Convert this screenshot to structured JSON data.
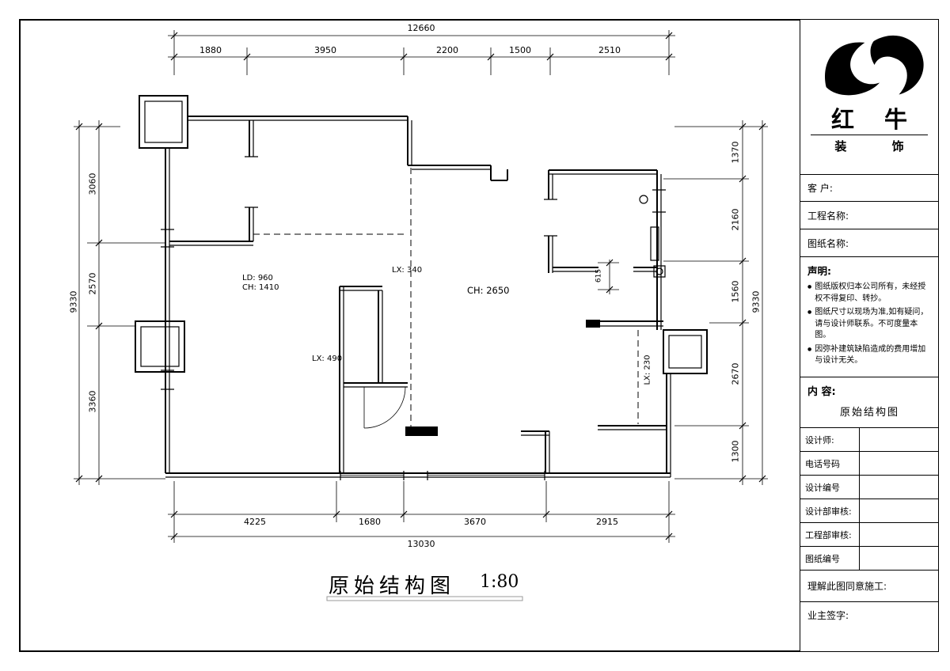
{
  "page": {
    "caption": "原始结构图",
    "scale": "1:80"
  },
  "title_block": {
    "brand_top": "红 牛",
    "brand_bottom": "装 饰",
    "bullet_glyph": "●",
    "client_label": "客  户:",
    "project_label": "工程名称:",
    "drawing_label": "图纸名称:",
    "statement_title": "声明:",
    "statements": [
      "图纸版权归本公司所有，未经授权不得复印、转抄。",
      "图纸尺寸以现场为准,如有疑问，请与设计师联系。不可度量本图。",
      "因弥补建筑缺陷造成的费用增加与设计无关。"
    ],
    "content_label": "内 容:",
    "content_value": "原始结构图",
    "designer_label": "设计师:",
    "phone_label": "电话号码",
    "design_no_label": "设计编号",
    "design_review_label": "设计部审核:",
    "engineering_review_label": "工程部审核:",
    "drawing_no_label": "图纸编号",
    "agreement_label": "理解此图同意施工:",
    "owner_sign_label": "业主签字:"
  },
  "drawing": {
    "dims": {
      "top_total": "12660",
      "top_segments": [
        "1880",
        "3950",
        "2200",
        "1500",
        "2510"
      ],
      "bottom_total": "13030",
      "bottom_segments": [
        "4225",
        "1680",
        "3670",
        "2915"
      ],
      "left_total": "9330",
      "left_segments": [
        "3060",
        "2570",
        "3360"
      ],
      "right_total": "9330",
      "right_segments": [
        "1370",
        "2160",
        "1560",
        "2670",
        "1300"
      ],
      "mini_dim": "615"
    },
    "room_labels": {
      "ld": "LD: 960",
      "ch_small": "CH: 1410",
      "lx_340": "LX: 340",
      "ch_main": "CH: 2650",
      "lx_490": "LX: 490",
      "lx_230": "LX: 230"
    }
  }
}
